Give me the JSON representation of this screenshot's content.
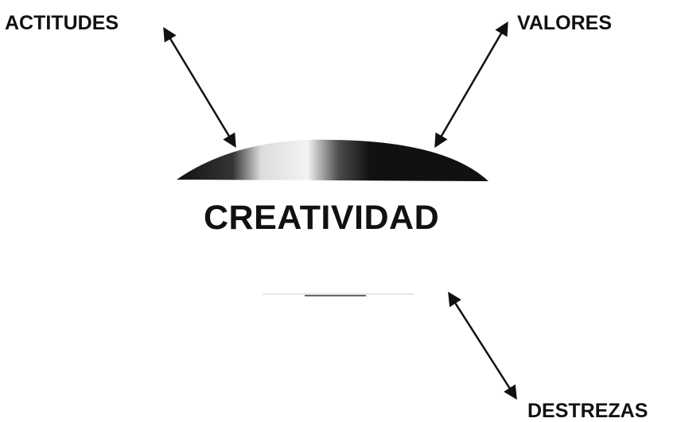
{
  "center_label": "CREATIVIDAD",
  "nodes": {
    "top_left": "ACTITUDES",
    "top_right": "VALORES",
    "bottom_right": "DESTREZAS"
  },
  "colors": {
    "text": "#111111",
    "arrow": "#111111",
    "dome": "#111111"
  }
}
